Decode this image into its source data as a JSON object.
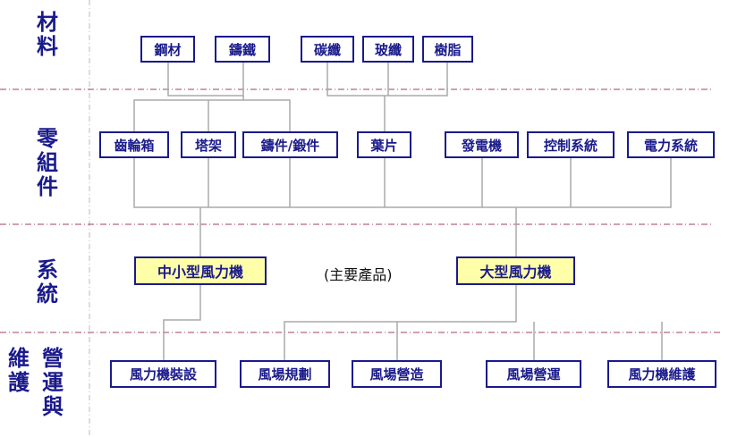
{
  "categories": {
    "materials": "材\n料",
    "components": "零\n組\n件",
    "systems": "系\n統",
    "ops_left": "維\n護",
    "ops_right": "營\n運\n與"
  },
  "materials": [
    "鋼材",
    "鑄鐵",
    "碳纖",
    "玻纖",
    "樹脂"
  ],
  "components": [
    "齒輪箱",
    "塔架",
    "鑄件/鍛件",
    "葉片",
    "發電機",
    "控制系統",
    "電力系統"
  ],
  "systems": {
    "small": "中小型風力機",
    "note": "(主要產品)",
    "large": "大型風力機"
  },
  "operations": [
    "風力機裝設",
    "風場規劃",
    "風場營造",
    "風場營運",
    "風力機維護"
  ],
  "colors": {
    "border": "#1a1a8c",
    "system_fill": "#ffffaa",
    "separator": "#a0405a",
    "connector": "#aaaaaa"
  }
}
